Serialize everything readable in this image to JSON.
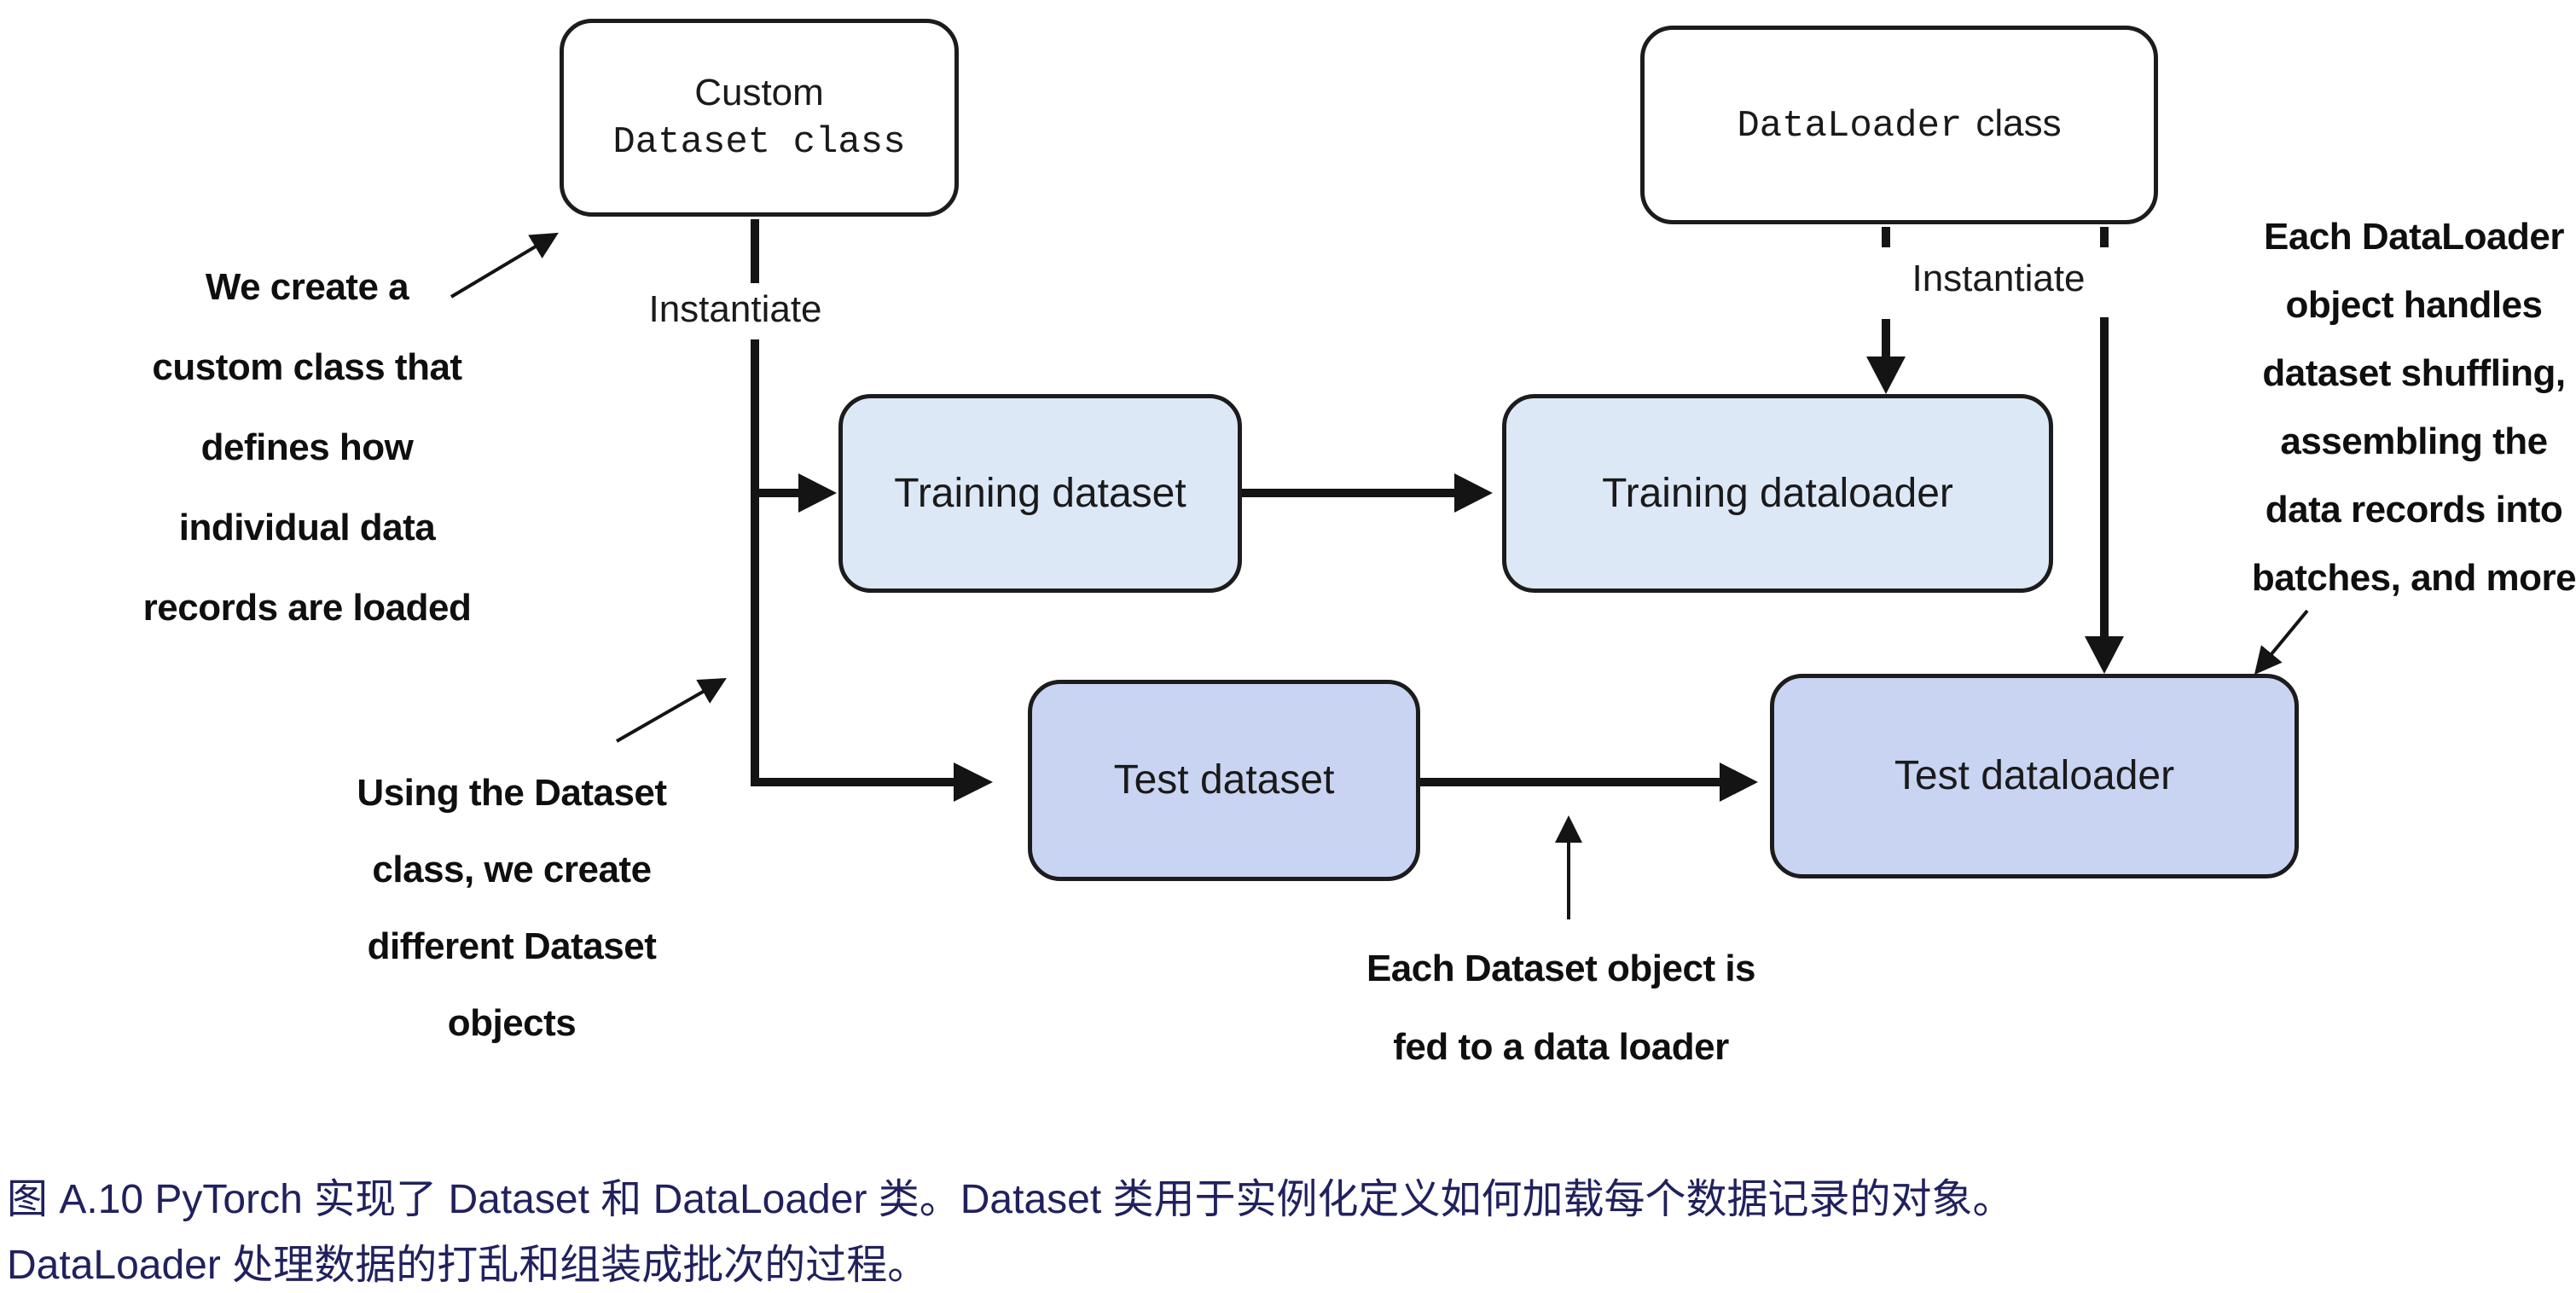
{
  "diagram": {
    "boxes": {
      "custom_dataset": {
        "line1": "Custom",
        "line2": "Dataset class"
      },
      "dataloader": {
        "mono": "DataLoader",
        "rest": "class"
      },
      "training_dataset": "Training dataset",
      "training_dataloader": "Training dataloader",
      "test_dataset": "Test dataset",
      "test_dataloader": "Test dataloader"
    },
    "labels": {
      "instantiate_left": "Instantiate",
      "instantiate_right": "Instantiate"
    },
    "annotations": {
      "create_custom": "We create a\ncustom class that\ndefines how\nindividual data\nrecords are loaded",
      "using_dataset": "Using the Dataset\nclass, we create\ndifferent Dataset\nobjects",
      "dataloader_role": "Each DataLoader\nobject handles\ndataset shuffling,\nassembling the\ndata records into\nbatches, and more",
      "dataset_fed": "Each Dataset object is\nfed to a data loader"
    },
    "colors": {
      "training_box_fill": "#dce8f6",
      "test_box_fill": "#c9d4f2",
      "class_box_fill": "#ffffff",
      "box_border": "#1c1c1c",
      "connector": "#141414",
      "annotation_text": "#0f0f0f",
      "caption_text": "#21215e"
    }
  },
  "caption": {
    "text": "图 A.10 PyTorch 实现了 Dataset 和 DataLoader 类。Dataset 类用于实例化定义如何加载每个数据记录的对象。\nDataLoader 处理数据的打乱和组装成批次的过程。"
  }
}
